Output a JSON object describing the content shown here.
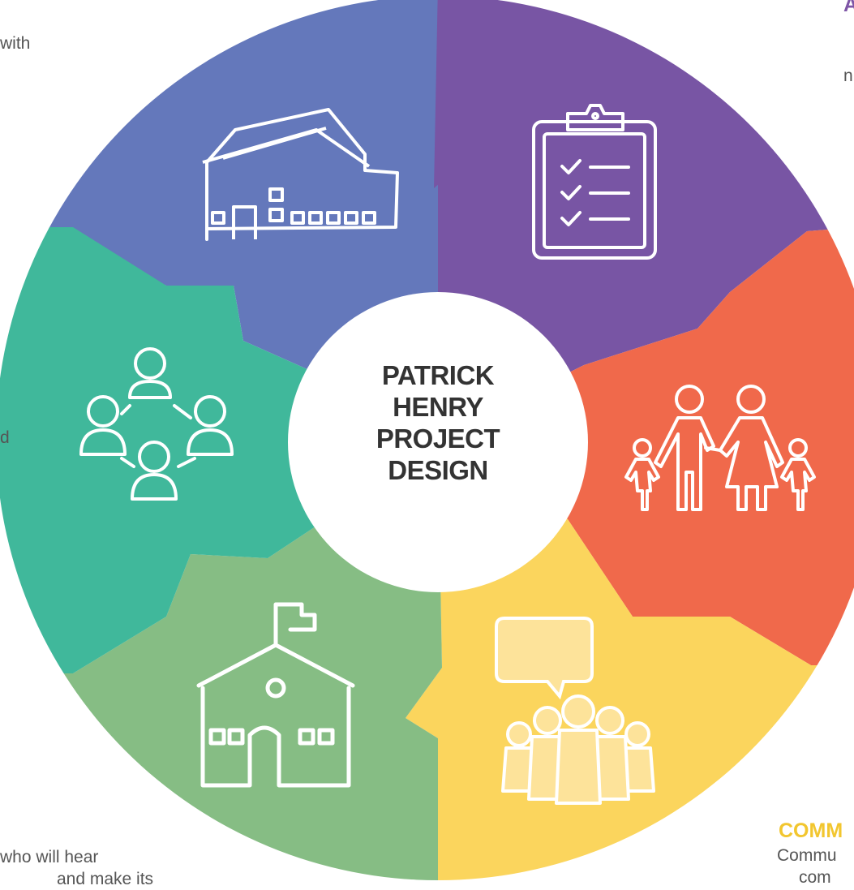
{
  "center": {
    "lines": [
      "PATRICK",
      "HENRY",
      "PROJECT",
      "DESIGN"
    ]
  },
  "segments": [
    {
      "name": "building",
      "color": "#6478bb",
      "icon": "building-icon"
    },
    {
      "name": "checklist",
      "color": "#7855a4",
      "icon": "clipboard-checklist-icon"
    },
    {
      "name": "family",
      "color": "#f0694b",
      "icon": "family-icon"
    },
    {
      "name": "community",
      "color": "#fbd55d",
      "icon": "speech-bubble-people-icon"
    },
    {
      "name": "school",
      "color": "#86bd84",
      "icon": "schoolhouse-icon"
    },
    {
      "name": "team",
      "color": "#40b89b",
      "icon": "team-network-icon"
    }
  ],
  "margin_text": {
    "left_top": "with",
    "left_mid": "d",
    "left_bottom_1": "who  will  hear",
    "left_bottom_2": "and make its",
    "right_top_heading": "A",
    "right_top": "n",
    "right_bottom_heading": "COMM",
    "right_bottom_1": "Commu",
    "right_bottom_2": "com"
  }
}
